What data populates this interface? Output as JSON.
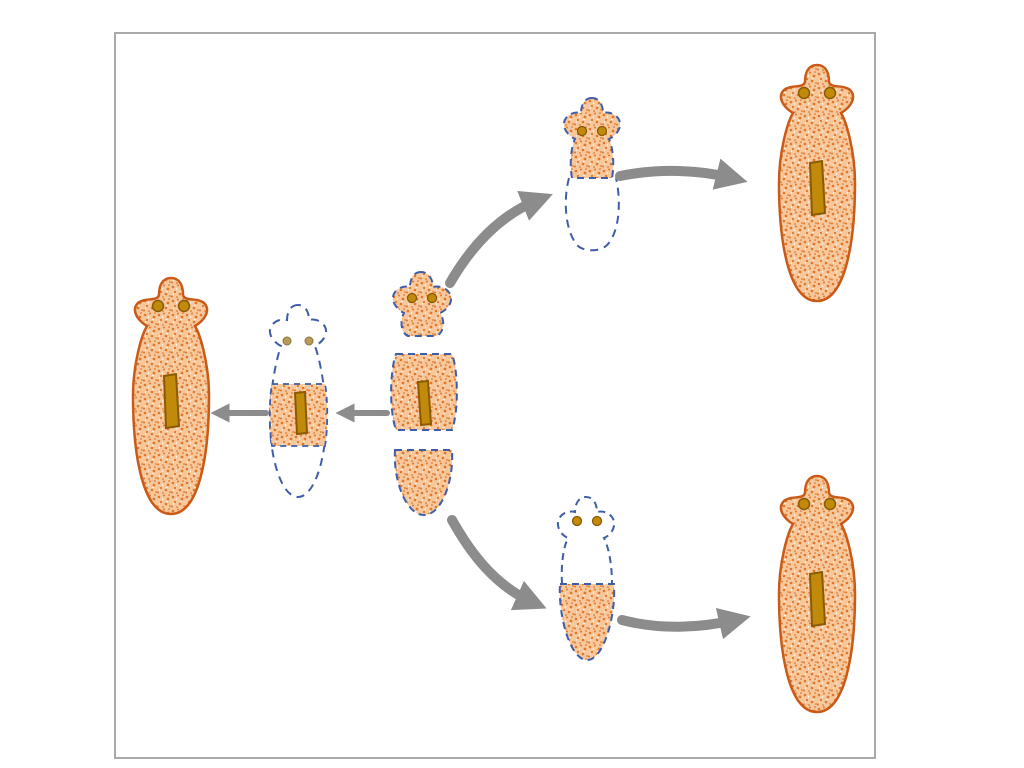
{
  "colors": {
    "tissue_orange": "#e2772a",
    "tissue_fill": "#f6c89c",
    "gut_brown": "#c28a0a",
    "gut_outline": "#8a5a05",
    "dashed_outline_blue": "#3f5da8",
    "arrow_gray": "#8c8c8c",
    "frame_gray": "#a9a9a9"
  },
  "diagram": {
    "nodes": [
      {
        "id": "regenerated-left",
        "state": "whole"
      },
      {
        "id": "middle-piece-regenerating",
        "state": "middle-fragment"
      },
      {
        "id": "original-cut",
        "state": "cut-in-three"
      },
      {
        "id": "head-piece-regenerating",
        "state": "head-fragment"
      },
      {
        "id": "regenerated-top-right",
        "state": "whole"
      },
      {
        "id": "tail-piece-regenerating",
        "state": "tail-fragment"
      },
      {
        "id": "regenerated-bottom-right",
        "state": "whole"
      }
    ],
    "edges": [
      {
        "from": "original-cut",
        "to": "middle-piece-regenerating"
      },
      {
        "from": "middle-piece-regenerating",
        "to": "regenerated-left"
      },
      {
        "from": "original-cut",
        "to": "head-piece-regenerating"
      },
      {
        "from": "head-piece-regenerating",
        "to": "regenerated-top-right"
      },
      {
        "from": "original-cut",
        "to": "tail-piece-regenerating"
      },
      {
        "from": "tail-piece-regenerating",
        "to": "regenerated-bottom-right"
      }
    ]
  }
}
